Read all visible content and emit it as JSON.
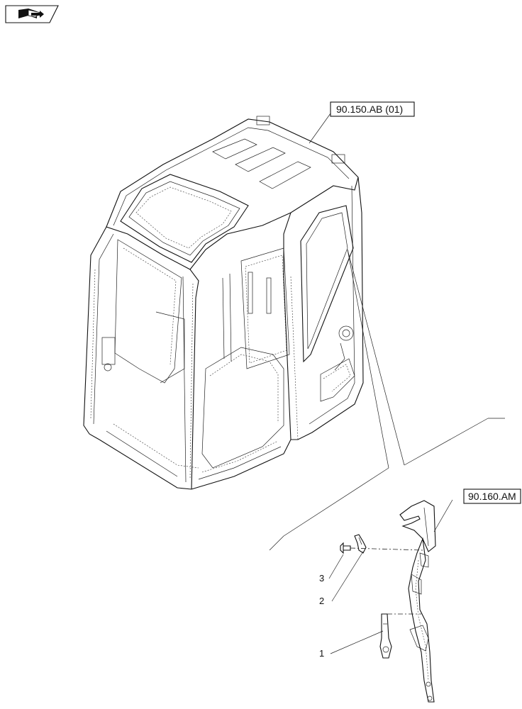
{
  "header": {
    "nav_icon": "book-arrow-icon"
  },
  "references": {
    "cab": "90.150.AB (01)",
    "trim": "90.160.AM"
  },
  "callouts": {
    "item1": "1",
    "item2": "2",
    "item3": "3"
  },
  "colors": {
    "line": "#111111",
    "background": "#ffffff"
  }
}
